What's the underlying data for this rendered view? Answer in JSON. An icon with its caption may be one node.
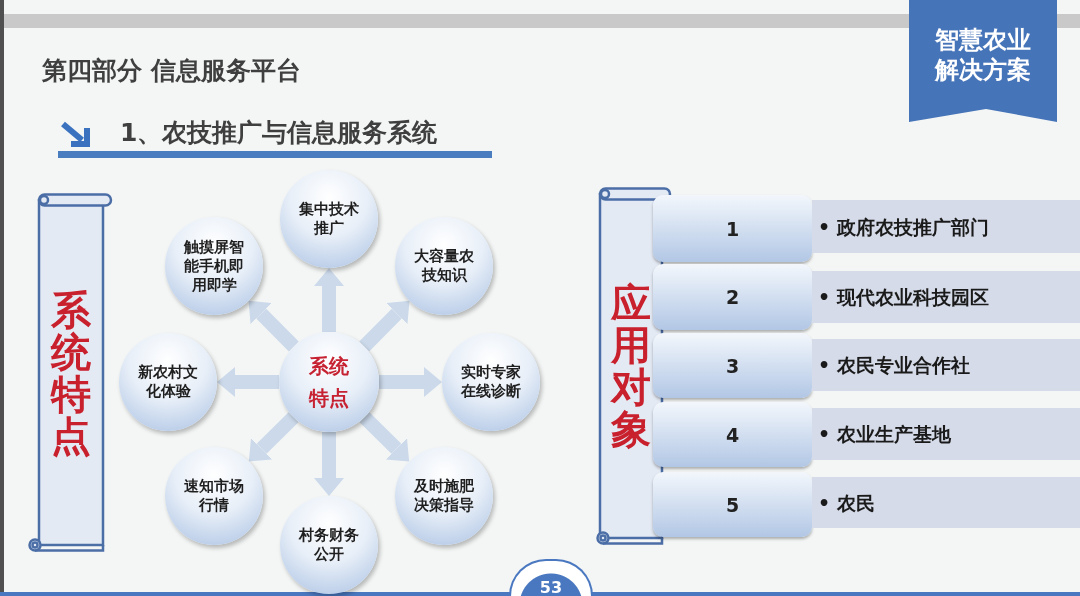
{
  "diagram": {
    "title": "第四部分 信息服务平台",
    "nodes": [
      {
        "text": [
          "智慧农业解决方案"
        ]
      },
      {
        "text": [
          "系统特点"
        ]
      },
      {
        "text": [
          "系统特点"
        ]
      },
      {
        "text": [
          "集中技术推广"
        ]
      },
      {
        "text": [
          "大容量农技知识"
        ]
      },
      {
        "text": [
          "实时专家在线诊断"
        ]
      },
      {
        "text": [
          "及时施肥决策指导"
        ]
      },
      {
        "text": [
          "村务财务公开"
        ]
      },
      {
        "text": [
          "速知市场行情"
        ]
      },
      {
        "text": [
          "新农村文化体验"
        ]
      },
      {
        "text": [
          "触摸屏智能手机即用即学"
        ]
      },
      {
        "text": [
          "应用对象"
        ]
      },
      {
        "text": [
          "1"
        ]
      },
      {
        "text": [
          "• 政府农技推广部门"
        ]
      },
      {
        "text": [
          "2"
        ]
      },
      {
        "text": [
          "• 现代农业科技园区"
        ]
      },
      {
        "text": [
          "3"
        ]
      },
      {
        "text": [
          "• 农民专业合作社"
        ]
      },
      {
        "text": [
          "4"
        ]
      },
      {
        "text": [
          "• 农业生产基地"
        ]
      },
      {
        "text": [
          "5"
        ]
      },
      {
        "text": [
          "• 农民"
        ]
      },
      {
        "text": [
          "53"
        ]
      }
    ],
    "edges": [
      {
        "from": 2,
        "to": 3,
        "arrow": "to"
      },
      {
        "from": 2,
        "to": 4,
        "arrow": "to"
      },
      {
        "from": 2,
        "to": 5,
        "arrow": "to"
      },
      {
        "from": 2,
        "to": 6,
        "arrow": "to"
      },
      {
        "from": 2,
        "to": 7,
        "arrow": "to"
      },
      {
        "from": 2,
        "to": 8,
        "arrow": "to"
      },
      {
        "from": 2,
        "to": 9,
        "arrow": "to"
      },
      {
        "from": 2,
        "to": 10,
        "arrow": "to"
      }
    ],
    "labels": [
      "1、农技推广与信息服务系统"
    ]
  }
}
